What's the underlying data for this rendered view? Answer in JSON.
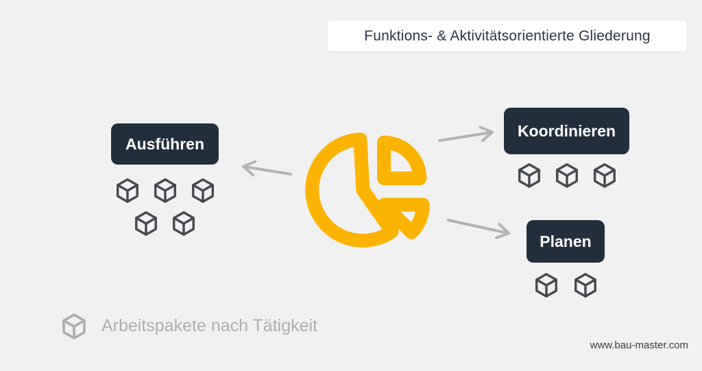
{
  "title": {
    "text": "Funktions- & Aktivitätsorientierte Gliederung"
  },
  "center_icon": {
    "name": "pie-chart-icon"
  },
  "nodes": [
    {
      "id": "ausfuehren",
      "label": "Ausführen",
      "work_packages": 5
    },
    {
      "id": "koordinieren",
      "label": "Koordinieren",
      "work_packages": 3
    },
    {
      "id": "planen",
      "label": "Planen",
      "work_packages": 2
    }
  ],
  "legend": {
    "icon": "cube-icon",
    "text": "Arbeitspakete nach Tätigkeit"
  },
  "footer": {
    "website": "www.bau-master.com"
  },
  "colors": {
    "bg": "#f1f1f2",
    "title_bg": "#ffffff",
    "title_color": "#2b3544",
    "node_bg": "#232e3c",
    "node_text": "#ffffff",
    "accent": "#fbb404",
    "cube": "#45494e",
    "arrow": "#b3b3b3",
    "legend_color": "#adadad",
    "website_color": "#3c3c3c"
  }
}
